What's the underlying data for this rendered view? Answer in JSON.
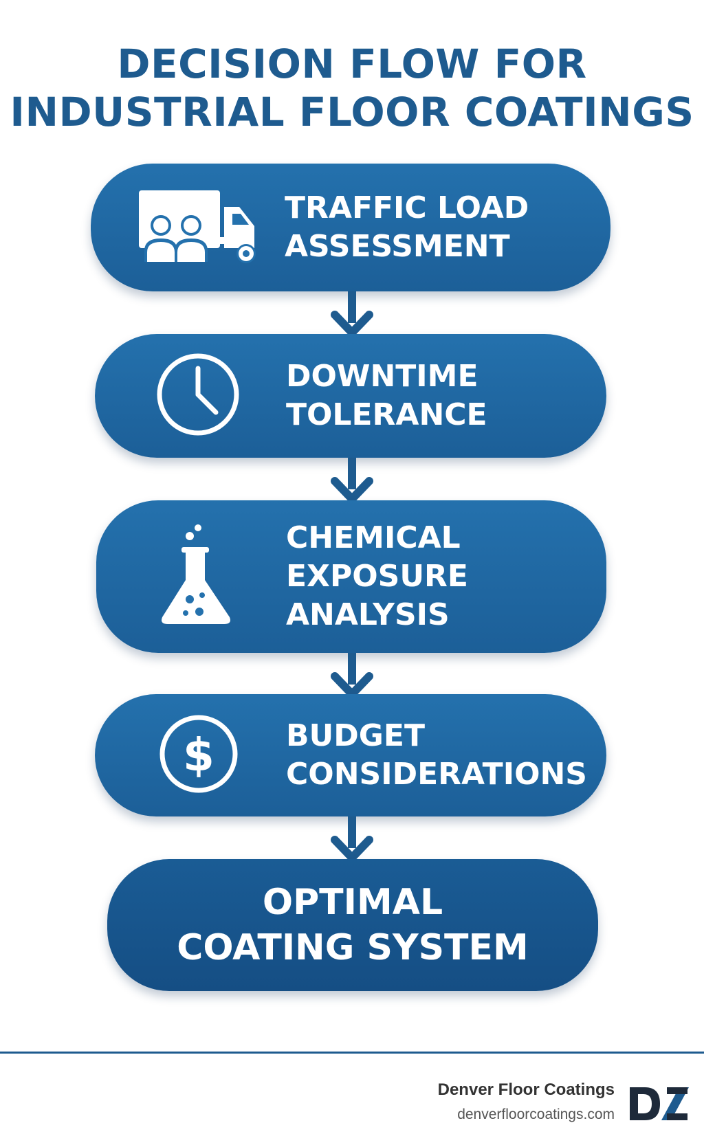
{
  "title": {
    "line1": "DECISION FLOW FOR",
    "line2": "INDUSTRIAL FLOOR COATINGS"
  },
  "steps": [
    {
      "icon": "truck-people-icon",
      "line1": "TRAFFIC LOAD",
      "line2": "ASSESSMENT"
    },
    {
      "icon": "clock-icon",
      "line1": "DOWNTIME",
      "line2": "TOLERANCE"
    },
    {
      "icon": "flask-icon",
      "line1": "CHEMICAL",
      "line2": "EXPOSURE",
      "line3": "ANALYSIS"
    },
    {
      "icon": "dollar-coin-icon",
      "line1": "BUDGET",
      "line2": "CONSIDERATIONS"
    }
  ],
  "result": {
    "line1": "OPTIMAL",
    "line2": "COATING SYSTEM"
  },
  "footer": {
    "brand": "Denver Floor Coatings",
    "url": "denverfloorcoatings.com",
    "logo_icon": "dfc-logo-icon"
  },
  "colors": {
    "title": "#1e5b8f",
    "pill": "#2471ad",
    "pill_final": "#1a5c95",
    "arrow": "#1e5b8f",
    "footer_rule": "#1e5b8f"
  }
}
